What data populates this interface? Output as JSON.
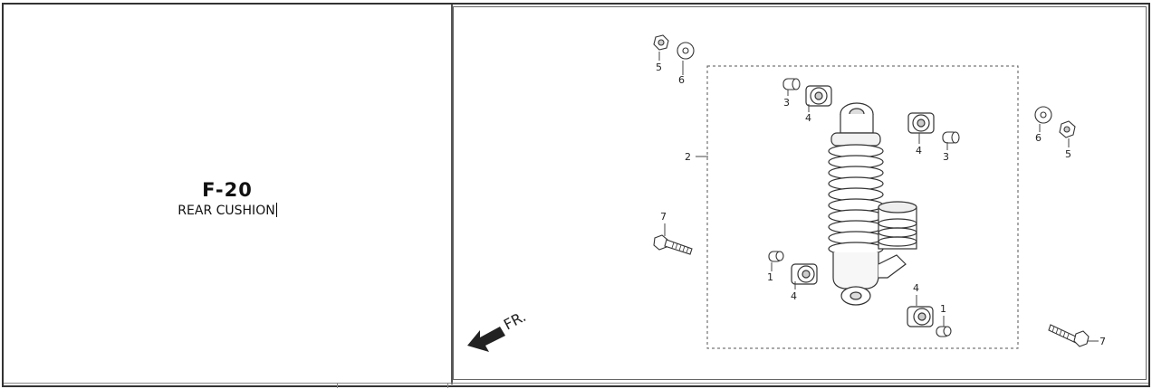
{
  "page": {
    "code": "F-20",
    "name": "REAR CUSHION"
  },
  "diagram": {
    "front_marker": "FR.",
    "callouts": [
      "1",
      "1",
      "2",
      "3",
      "3",
      "4",
      "4",
      "4",
      "4",
      "5",
      "5",
      "6",
      "6",
      "7",
      "7"
    ]
  }
}
